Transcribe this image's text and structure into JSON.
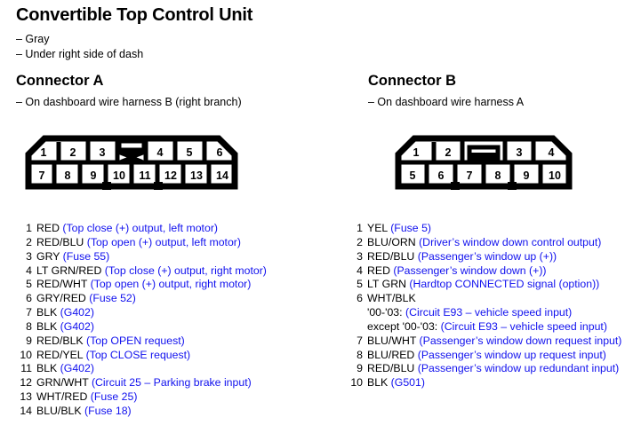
{
  "title": "Convertible Top Control Unit",
  "notes": [
    "– Gray",
    "– Under right side of dash"
  ],
  "connector_a": {
    "heading": "Connector A",
    "subtitle": "– On dashboard wire harness B (right branch)",
    "diagram": {
      "top_row": [
        "1",
        "2",
        "3",
        "4",
        "5",
        "6"
      ],
      "bottom_row": [
        "7",
        "8",
        "9",
        "10",
        "11",
        "12",
        "13",
        "14"
      ]
    },
    "pins": [
      {
        "no": "1",
        "wire": "RED",
        "desc": "(Top close (+) output, left motor)"
      },
      {
        "no": "2",
        "wire": "RED/BLU",
        "desc": "(Top open (+) output, left motor)"
      },
      {
        "no": "3",
        "wire": "GRY",
        "desc": "(Fuse 55)"
      },
      {
        "no": "4",
        "wire": "LT GRN/RED",
        "desc": "(Top close (+) output, right motor)"
      },
      {
        "no": "5",
        "wire": "RED/WHT",
        "desc": "(Top open (+) output, right motor)"
      },
      {
        "no": "6",
        "wire": "GRY/RED",
        "desc": "(Fuse 52)"
      },
      {
        "no": "7",
        "wire": "BLK",
        "desc": "(G402)"
      },
      {
        "no": "8",
        "wire": "BLK",
        "desc": "(G402)"
      },
      {
        "no": "9",
        "wire": "RED/BLK",
        "desc": "(Top OPEN request)"
      },
      {
        "no": "10",
        "wire": "RED/YEL",
        "desc": "(Top CLOSE request)"
      },
      {
        "no": "11",
        "wire": "BLK",
        "desc": "(G402)"
      },
      {
        "no": "12",
        "wire": "GRN/WHT",
        "desc": "(Circuit 25 – Parking brake input)"
      },
      {
        "no": "13",
        "wire": "WHT/RED",
        "desc": "(Fuse 25)"
      },
      {
        "no": "14",
        "wire": "BLU/BLK",
        "desc": "(Fuse 18)"
      }
    ]
  },
  "connector_b": {
    "heading": "Connector B",
    "subtitle": "– On dashboard wire harness A",
    "diagram": {
      "top_row": [
        "1",
        "2",
        "3",
        "4"
      ],
      "bottom_row": [
        "5",
        "6",
        "7",
        "8",
        "9",
        "10"
      ]
    },
    "pins": [
      {
        "no": "1",
        "wire": "YEL",
        "desc": "(Fuse 5)"
      },
      {
        "no": "2",
        "wire": "BLU/ORN",
        "desc": "(Driver’s window down control output)"
      },
      {
        "no": "3",
        "wire": "RED/BLU",
        "desc": "(Passenger’s window up (+))"
      },
      {
        "no": "4",
        "wire": "RED",
        "desc": "(Passenger’s window down (+))"
      },
      {
        "no": "5",
        "wire": "LT GRN",
        "desc": "(Hardtop CONNECTED signal (option))"
      },
      {
        "no": "6",
        "wire": "WHT/BLK",
        "desc": "",
        "sublines": [
          {
            "prefix": "'00-'03:",
            "desc": "(Circuit E93 – vehicle speed input)"
          },
          {
            "prefix": "except '00-'03:",
            "desc": "(Circuit E93 – vehicle speed input)"
          }
        ]
      },
      {
        "no": "7",
        "wire": "BLU/WHT",
        "desc": "(Passenger’s window down request input)"
      },
      {
        "no": "8",
        "wire": "BLU/RED",
        "desc": "(Passenger’s window up request input)"
      },
      {
        "no": "9",
        "wire": "RED/BLU",
        "desc": "(Passenger’s window up redundant input)"
      },
      {
        "no": "10",
        "wire": "BLK",
        "desc": "(G501)"
      }
    ]
  },
  "colors": {
    "description_blue": "#1111ee",
    "text_black": "#000000",
    "background": "#ffffff"
  }
}
